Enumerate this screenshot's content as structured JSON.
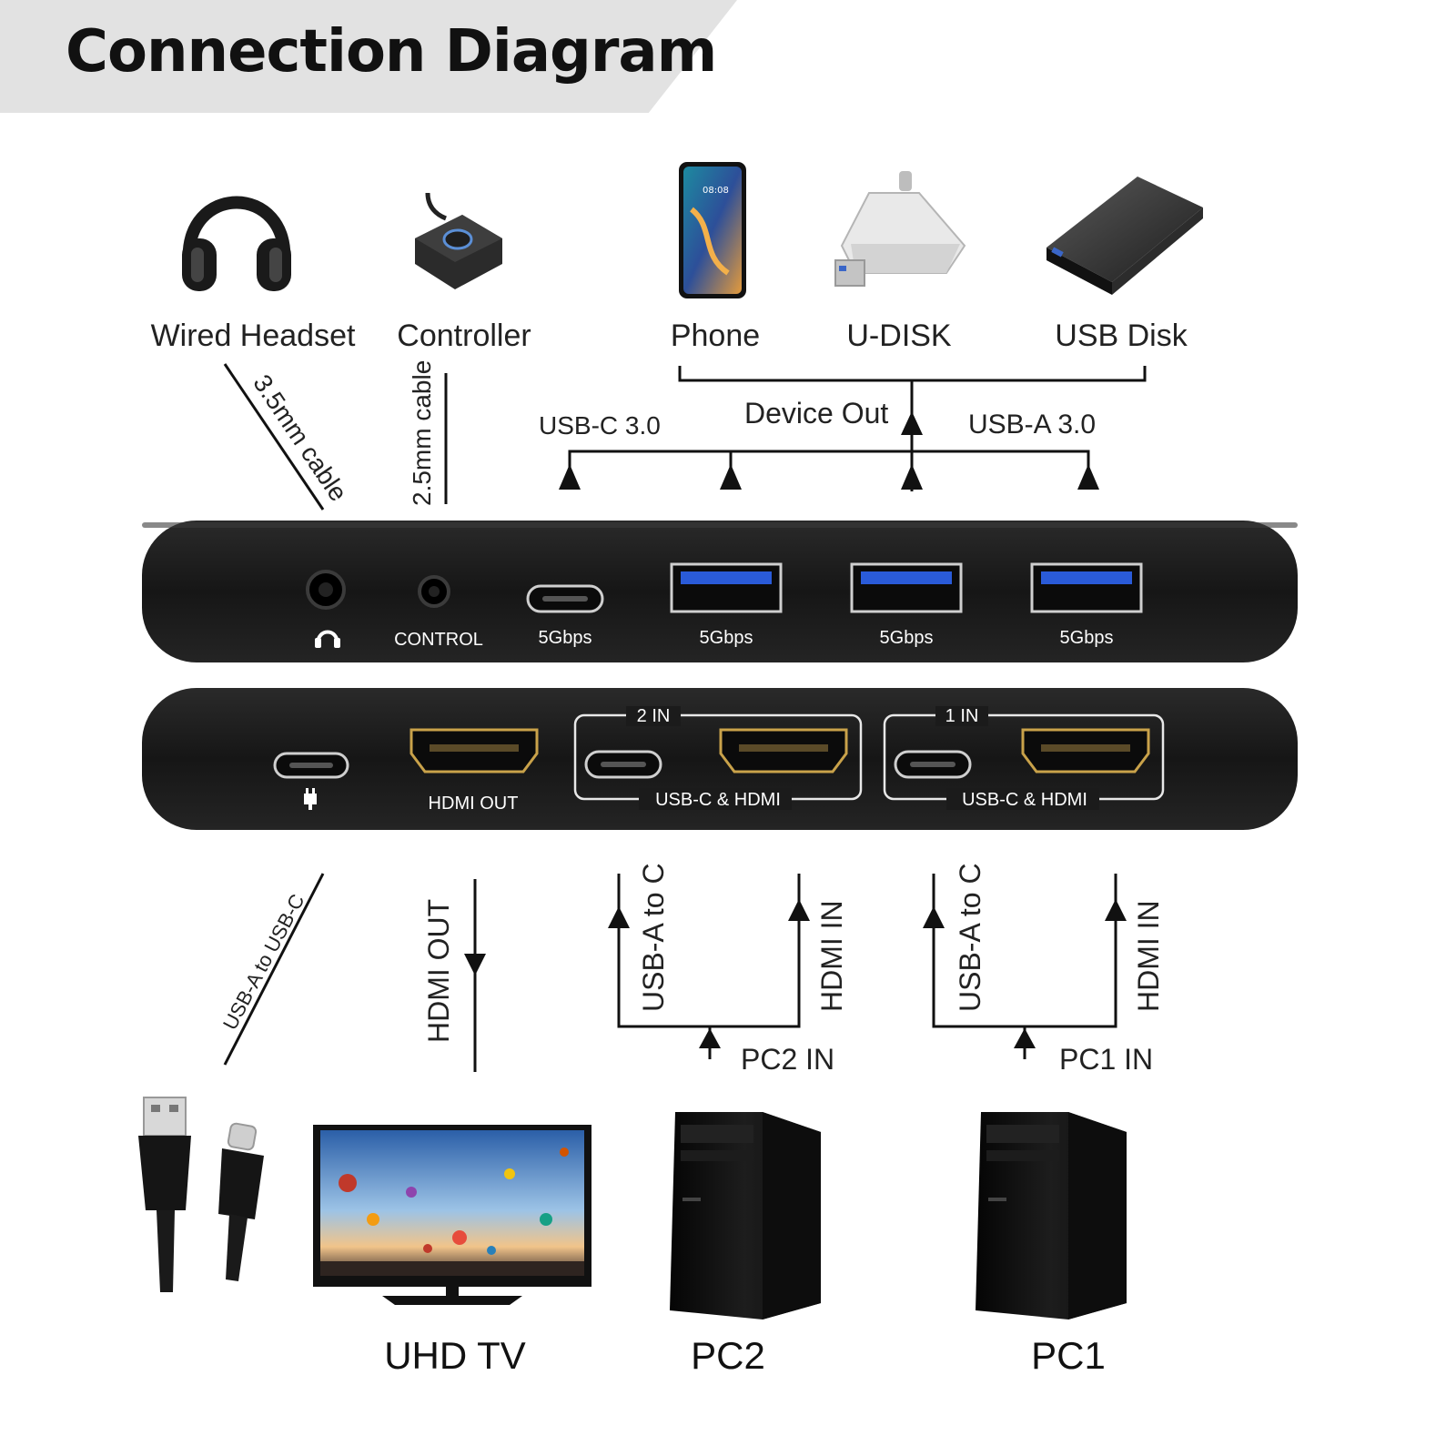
{
  "title": "Connection Diagram",
  "devices_top": {
    "headset": "Wired Headset",
    "controller": "Controller",
    "phone": "Phone",
    "udisk": "U-DISK",
    "usbdisk": "USB Disk"
  },
  "cables_top": {
    "headset_cable": "3.5mm cable",
    "controller_cable": "2.5mm cable",
    "usbc": "USB-C 3.0",
    "device_out": "Device Out",
    "usba": "USB-A  3.0"
  },
  "panel_top": {
    "control": "CONTROL",
    "speed": "5Gbps"
  },
  "panel_bottom": {
    "hdmi_out": "HDMI OUT",
    "in2": "2 IN",
    "in1": "1 IN",
    "combo": "USB-C & HDMI"
  },
  "cables_bottom": {
    "power_cable": "USB-A to USB-C",
    "hdmi_out": "HDMI OUT",
    "usba_to_c": "USB-A to C",
    "hdmi_in": "HDMI IN",
    "pc2_in": "PC2 IN",
    "pc1_in": "PC1 IN"
  },
  "devices_bottom": {
    "tv": "UHD TV",
    "pc2": "PC2",
    "pc1": "PC1"
  },
  "colors": {
    "panel": "#1b1b1b",
    "usb_blue": "#2a5bd8",
    "hdmi_gold": "#c9a24a",
    "band": "#e2e2e2"
  }
}
